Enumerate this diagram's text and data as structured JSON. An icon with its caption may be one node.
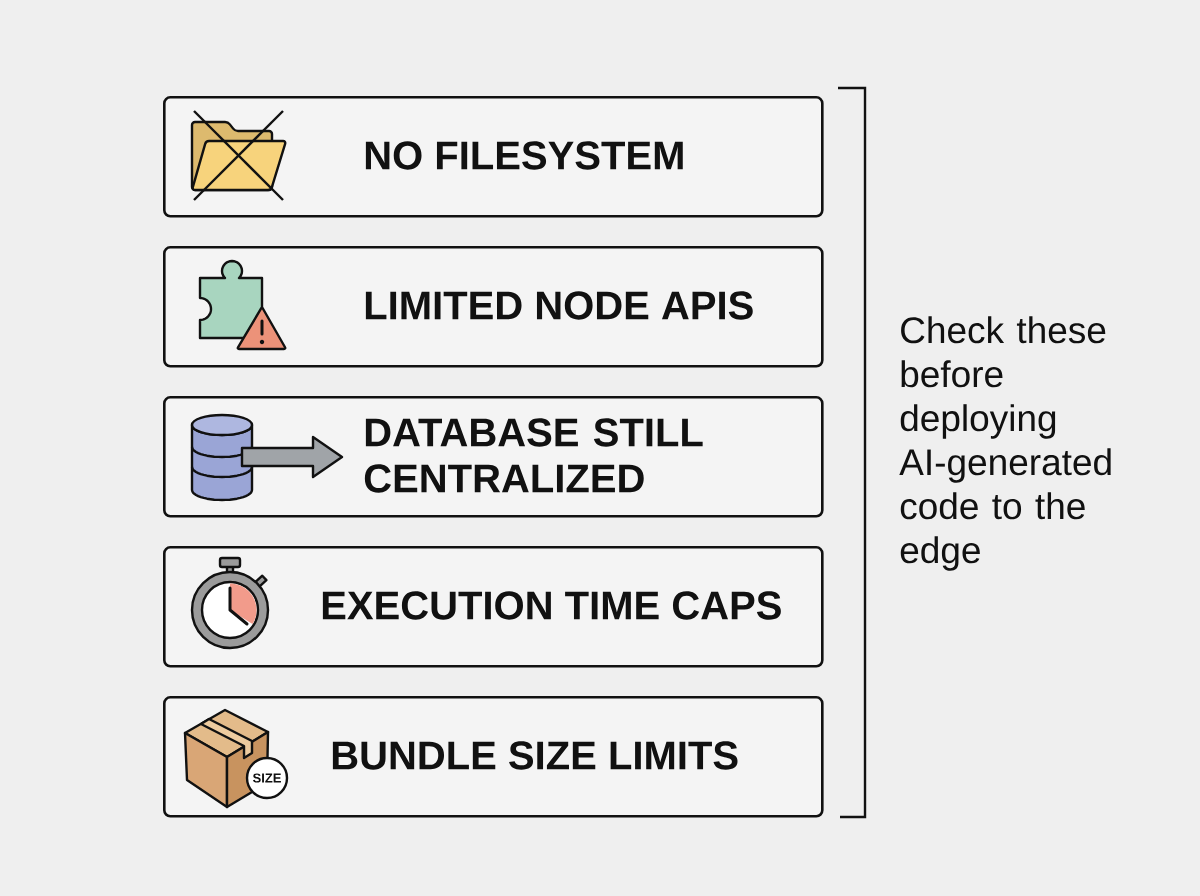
{
  "diagram": {
    "nodes": [
      {
        "text": [
          "NO FILESYSTEM"
        ]
      },
      {
        "text": [
          "LIMITED NODE APIS"
        ]
      },
      {
        "text": [
          "DATABASE STILL CENTRALIZED"
        ]
      },
      {
        "text": [
          "EXECUTION TIME CAPS"
        ]
      },
      {
        "text": [
          "BUNDLE SIZE LIMITS"
        ]
      },
      {
        "text": [
          "SIZE"
        ],
        "in": 4
      }
    ],
    "labels": [
      "Check these before deploying AI-generated code to the edge"
    ]
  }
}
